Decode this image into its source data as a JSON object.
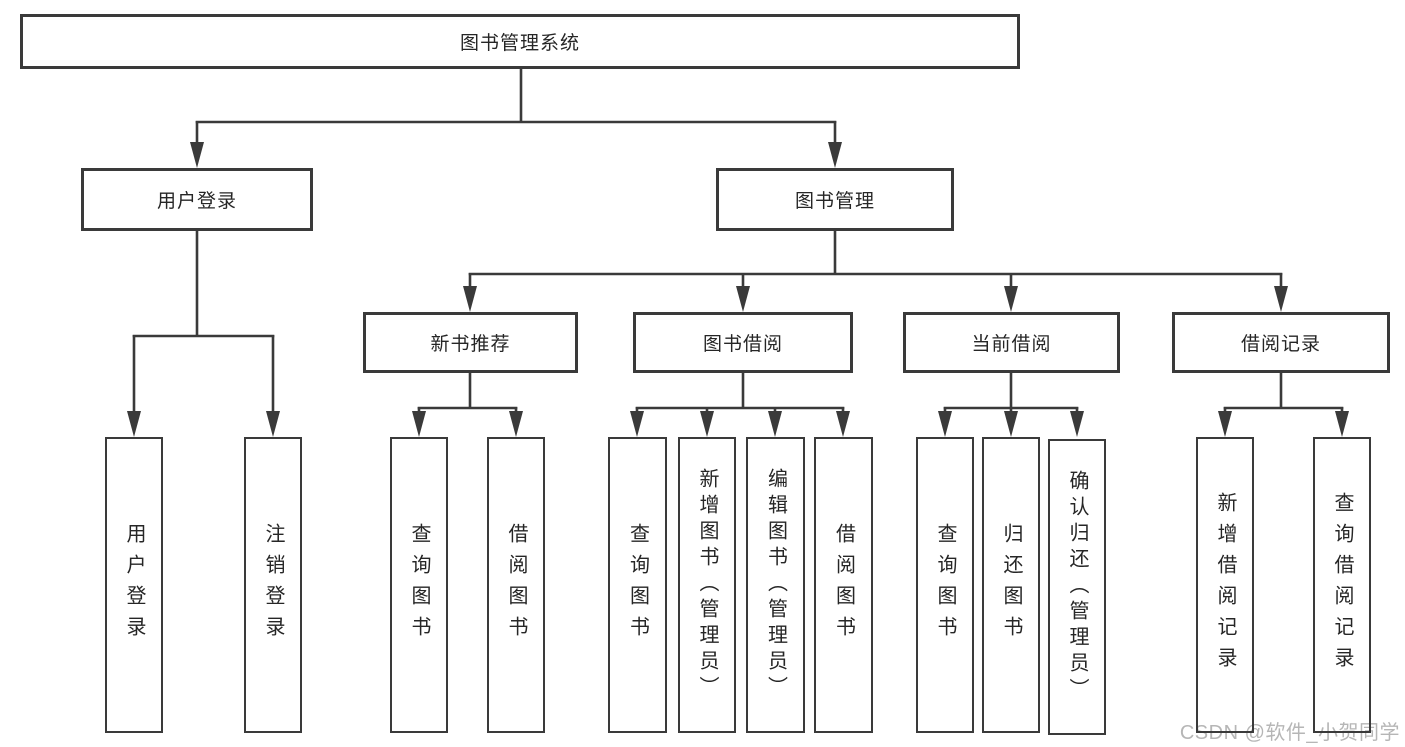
{
  "diagram_title": "图书管理系统",
  "nodes": {
    "root": {
      "label": "图书管理系统"
    },
    "level2": [
      {
        "label": "用户登录"
      },
      {
        "label": "图书管理"
      }
    ],
    "level3": [
      {
        "label": "新书推荐"
      },
      {
        "label": "图书借阅"
      },
      {
        "label": "当前借阅"
      },
      {
        "label": "借阅记录"
      }
    ],
    "leaves": [
      {
        "label": "用户登录"
      },
      {
        "label": "注销登录"
      },
      {
        "label": "查询图书"
      },
      {
        "label": "借阅图书"
      },
      {
        "label": "查询图书"
      },
      {
        "label": "新增图书（管理员）"
      },
      {
        "label": "编辑图书（管理员）"
      },
      {
        "label": "借阅图书"
      },
      {
        "label": "查询图书"
      },
      {
        "label": "归还图书"
      },
      {
        "label": "确认归还（管理员）"
      },
      {
        "label": "新增借阅记录"
      },
      {
        "label": "查询借阅记录"
      }
    ]
  },
  "watermark": {
    "text": "CSDN @软件_小贺同学"
  },
  "colors": {
    "line": "#3a3a3a",
    "text": "#262626",
    "watermark": "#b6b6b6",
    "background": "#ffffff"
  }
}
